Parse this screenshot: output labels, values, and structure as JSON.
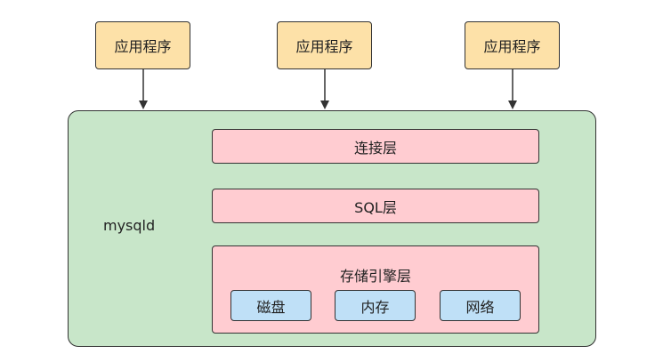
{
  "diagram": {
    "applications": [
      {
        "label": "应用程序"
      },
      {
        "label": "应用程序"
      },
      {
        "label": "应用程序"
      }
    ],
    "server": {
      "label": "mysqld",
      "connection_layer": "连接层",
      "sql_layer": "SQL层",
      "storage_engine": {
        "title": "存储引擎层",
        "items": [
          "磁盘",
          "内存",
          "网络"
        ]
      }
    },
    "colors": {
      "application_fill": "#fde1a8",
      "server_fill": "#c8e6c9",
      "layer_fill": "#ffccd1",
      "storage_item_fill": "#bfe0f7",
      "stroke": "#333333"
    }
  }
}
